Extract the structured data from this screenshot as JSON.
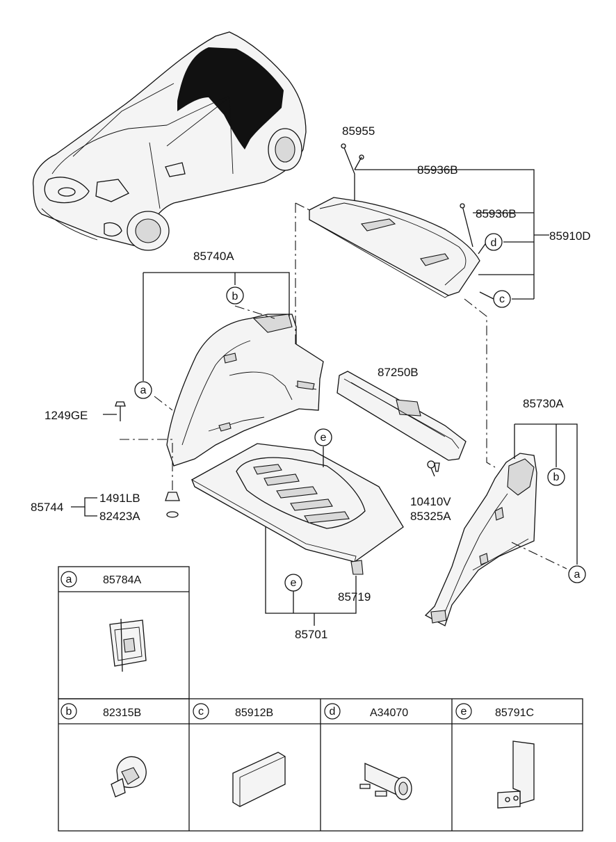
{
  "callouts": {
    "p85955": "85955",
    "p85936B_a": "85936B",
    "p85936B_b": "85936B",
    "p85910D": "85910D",
    "p85740A": "85740A",
    "p87250B": "87250B",
    "p85730A": "85730A",
    "p1249GE": "1249GE",
    "p1491LB": "1491LB",
    "p85744": "85744",
    "p82423A": "82423A",
    "p10410V": "10410V",
    "p85325A": "85325A",
    "p85719": "85719",
    "p85701": "85701"
  },
  "letters": {
    "a": "a",
    "b": "b",
    "c": "c",
    "d": "d",
    "e": "e"
  },
  "legend": {
    "a": {
      "letter": "a",
      "part": "85784A"
    },
    "b": {
      "letter": "b",
      "part": "82315B"
    },
    "c": {
      "letter": "c",
      "part": "85912B"
    },
    "d": {
      "letter": "d",
      "part": "A34070"
    },
    "e": {
      "letter": "e",
      "part": "85791C"
    }
  }
}
